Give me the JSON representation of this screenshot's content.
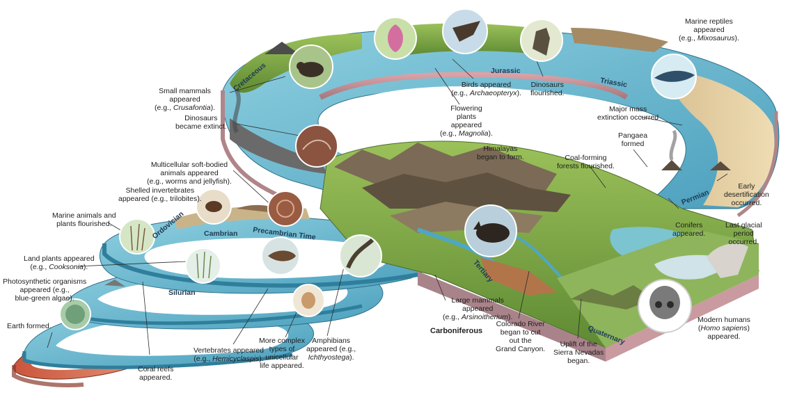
{
  "eras": {
    "cretaceous": "Cretaceous",
    "jurassic": "Jurassic",
    "triassic": "Triassic",
    "permian": "Permian",
    "tertiary": "Tertiary",
    "quaternary": "Quaternary",
    "ordovician": "Ordovician",
    "cambrian": "Cambrian",
    "precambrian": "Precambrian Time",
    "silurian": "Silurian",
    "carboniferous": "Carboniferous"
  },
  "labels": {
    "small_mammals": [
      "Small mammals",
      "appeared",
      "(e.g., ",
      "Crusafontia",
      ")."
    ],
    "dinosaurs_extinct": [
      "Dinosaurs",
      "became extinct."
    ],
    "birds": [
      "Birds appeared",
      "(e.g., ",
      "Archaeopteryx",
      ")."
    ],
    "dinosaurs_flourished": [
      "Dinosaurs",
      "flourished."
    ],
    "marine_reptiles": [
      "Marine reptiles",
      "appeared",
      "(e.g., ",
      "Mixosaurus",
      ")."
    ],
    "flowering_plants": [
      "Flowering",
      "plants",
      "appeared",
      "(e.g., ",
      "Magnolia",
      ")."
    ],
    "mass_extinction": [
      "Major mass",
      "extinction occurred"
    ],
    "pangaea": [
      "Pangaea",
      "formed"
    ],
    "himalayas": [
      "Himalayas",
      "began to form."
    ],
    "coal_forests": [
      "Coal-forming",
      "forests flourished."
    ],
    "multicellular": [
      "Multicellular soft-bodied",
      "animals appeared",
      "(e.g., worms and jellyfish)."
    ],
    "shelled": [
      "Shelled invertebrates",
      "appeared (e.g., trilobites)."
    ],
    "marine_animals": [
      "Marine animals and",
      "plants flourished."
    ],
    "desertification": [
      "Early",
      "desertification",
      "occurred."
    ],
    "conifers": [
      "Conifers",
      "appeared."
    ],
    "glacial": [
      "Last glacial",
      "period",
      "occurred."
    ],
    "land_plants": [
      "Land plants appeared",
      "(e.g., ",
      "Cooksonia",
      ")."
    ],
    "photosynthetic": [
      "Photosynthetic organisms",
      "appeared (e.g.,",
      "blue-green algae)."
    ],
    "earth_formed": "Earth formed.",
    "coral_reefs": [
      "Coral reefs",
      "appeared."
    ],
    "vertebrates": [
      "Vertebrates appeared",
      "(e.g., ",
      "Hemicyclaspis",
      ")."
    ],
    "unicellular": [
      "More complex",
      "types of",
      "unicellular",
      "life appeared."
    ],
    "amphibians": [
      "Amphibians",
      "appeared (e.g.,",
      "Ichthyostega",
      ")."
    ],
    "large_mammals": [
      "Large mammals",
      "appeared",
      "(e.g., ",
      "Arsinoitherium",
      ")."
    ],
    "colorado": [
      "Colorado River",
      "began to cut",
      "out the",
      "Grand Canyon."
    ],
    "sierra": [
      "Uplift of the",
      "Sierra Nevadas",
      "began."
    ],
    "humans": [
      "Modern humans",
      "Homo sapiens",
      "appeared."
    ]
  },
  "colors": {
    "water": "#6bb8cf",
    "water_dark": "#3f8fab",
    "band_pink": "#d9a3a9",
    "land_green": "#7fa84a",
    "rock_brown": "#8c6d4f",
    "sand": "#e2cba0",
    "earth_red": "#b5523f",
    "label_text": "#1d1d1d",
    "era_text": "#1e3b55"
  },
  "icons": [
    "rodent-icon",
    "fossil-icon",
    "magnolia-icon",
    "bird-icon",
    "dinosaur-icon",
    "ichthyosaur-icon",
    "ammonite-icon",
    "trilobite-icon",
    "sea-plant-icon",
    "land-plant-icon",
    "fish-icon",
    "amphibian-icon",
    "rhinoceros-icon",
    "protist-icon",
    "algae-icon",
    "skull-icon"
  ]
}
